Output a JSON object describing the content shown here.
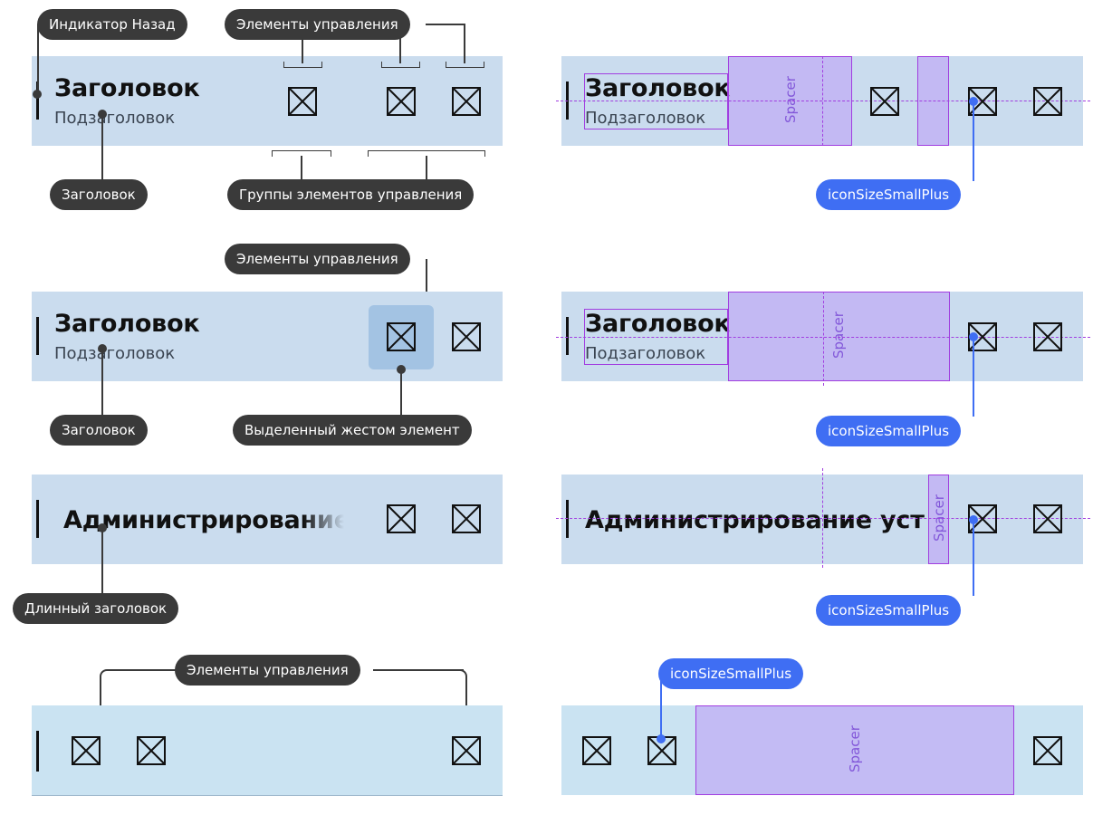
{
  "colors": {
    "bar": "#cadcee",
    "bar_light": "#cae3f2",
    "callout": "#3a3a3a",
    "callout_blue": "#3f6ef3",
    "spacer_fill": "#c1aaf5",
    "spacer_border": "#a13ee0"
  },
  "icons": {
    "control": "crossed-box-icon"
  },
  "callouts": {
    "back_indicator": "Индикатор Назад",
    "controls": "Элементы управления",
    "title": "Заголовок",
    "control_groups": "Группы элементов управления",
    "gesture_selected": "Выделенный жестом элемент",
    "long_title": "Длинный заголовок",
    "icon_size": "iconSizeSmallPlus"
  },
  "bars": {
    "title": "Заголовок",
    "subtitle": "Подзаголовок",
    "long_title_left": "Администрирование",
    "long_title_right": "Администрирование уст"
  },
  "spacer_label": "Spacer"
}
